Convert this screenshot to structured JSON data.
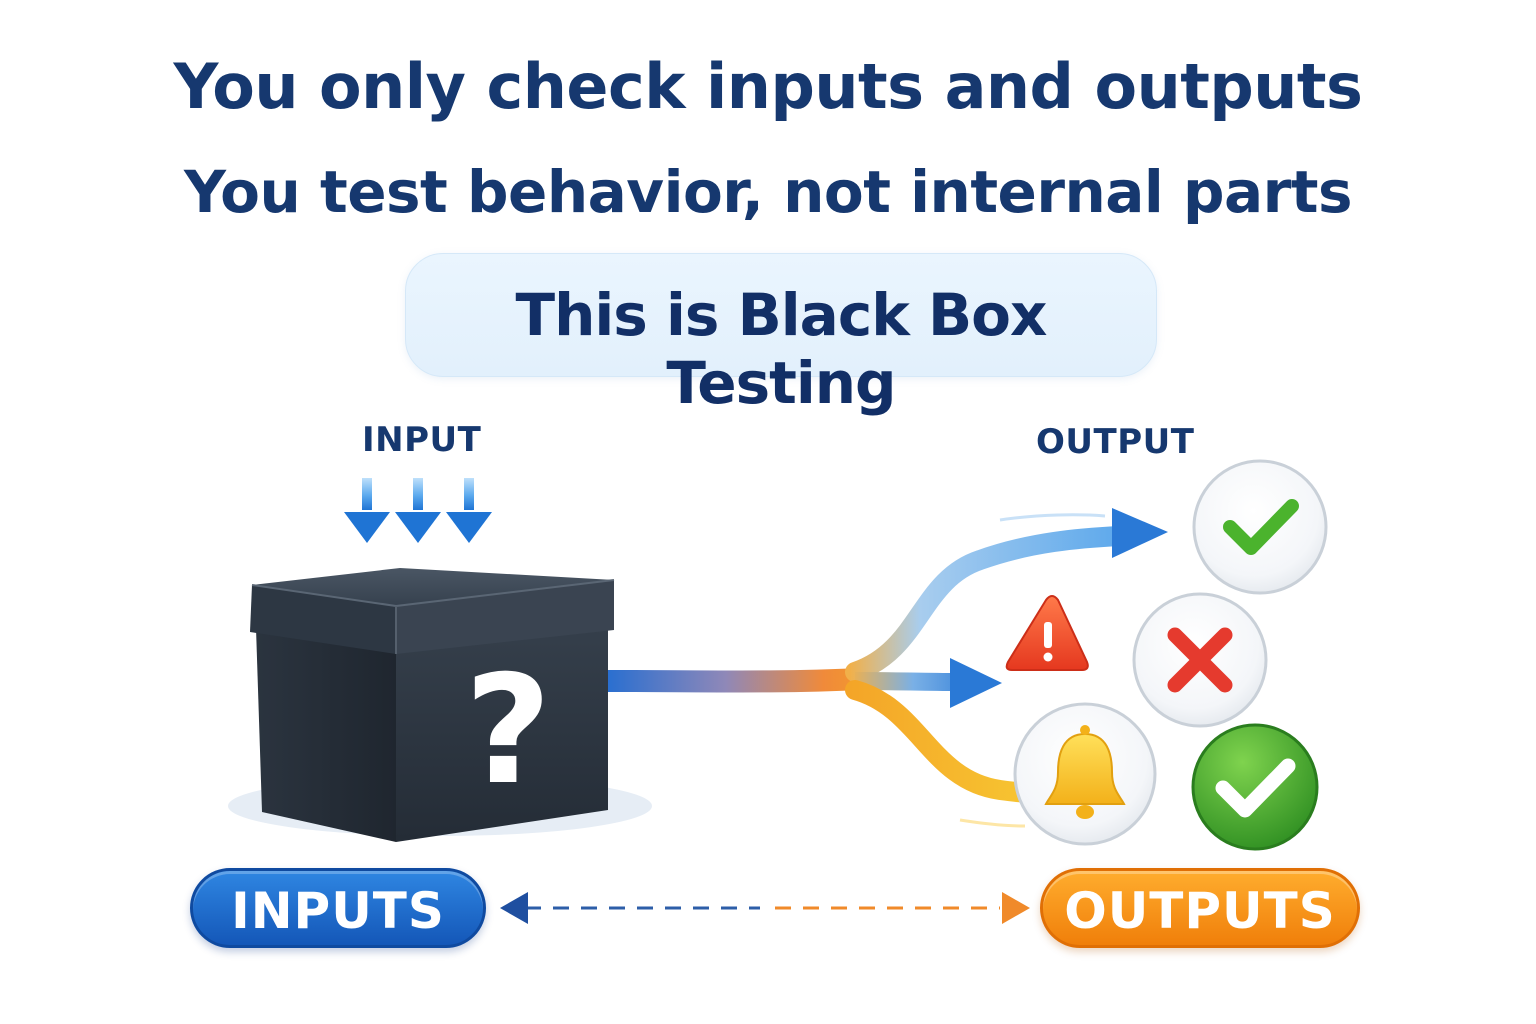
{
  "headline": {
    "line1": "You only check inputs and outputs",
    "line2": "You test behavior, not internal parts"
  },
  "callout": {
    "text": "This is Black Box Testing"
  },
  "labels": {
    "input": "INPUT",
    "output": "OUTPUT"
  },
  "box": {
    "symbol": "?"
  },
  "pills": {
    "inputs": "INPUTS",
    "outputs": "OUTPUTS"
  },
  "colors": {
    "headline": "#16386f",
    "box": "#2f3945",
    "inputs_pill": "#1a63c4",
    "outputs_pill": "#f5900f",
    "success": "#4bb32d",
    "error": "#e53a2e",
    "warning": "#f05a2b",
    "notification": "#f6be1d"
  },
  "icons": [
    "arrow-down-icon",
    "question-mark-icon",
    "warning-triangle-icon",
    "check-icon",
    "x-icon",
    "bell-icon",
    "check-badge-icon"
  ]
}
